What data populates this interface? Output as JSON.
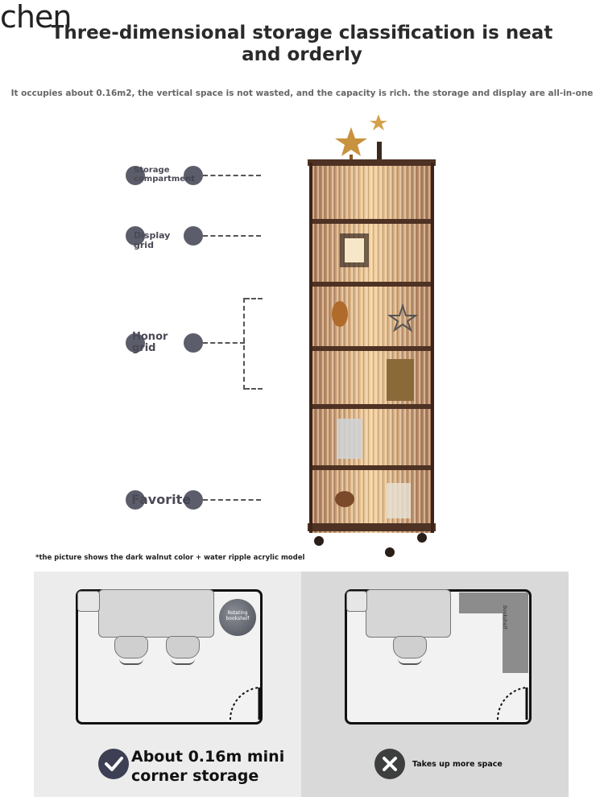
{
  "watermark": "chen",
  "title": "Three-dimensional storage classification is neat and orderly",
  "subtitle": "It occupies about 0.16m2, the vertical space is not wasted, and the capacity is rich. the storage and display are all-in-one",
  "labels": [
    {
      "name": "storage-compartment",
      "text": "Storage compartment"
    },
    {
      "name": "display-grid",
      "text": "Display grid"
    },
    {
      "name": "honor-grid",
      "text": "Honor grid"
    },
    {
      "name": "favorite",
      "text": "Favorite"
    }
  ],
  "note": "*the picture shows the dark walnut color + water ripple acrylic model",
  "comparison": {
    "left": {
      "badge": "Rotating bookshelf",
      "caption": "About 0.16m mini corner storage",
      "icon": "check-icon"
    },
    "right": {
      "shelf_label": "Bookshelf",
      "caption": "Takes up more space",
      "icon": "x-icon"
    }
  },
  "colors": {
    "dot": "#3f4150",
    "wood": "#5a3a2a",
    "glow": "#f3c98a",
    "panel_left": "#ececec",
    "panel_right": "#d9d9d9"
  }
}
